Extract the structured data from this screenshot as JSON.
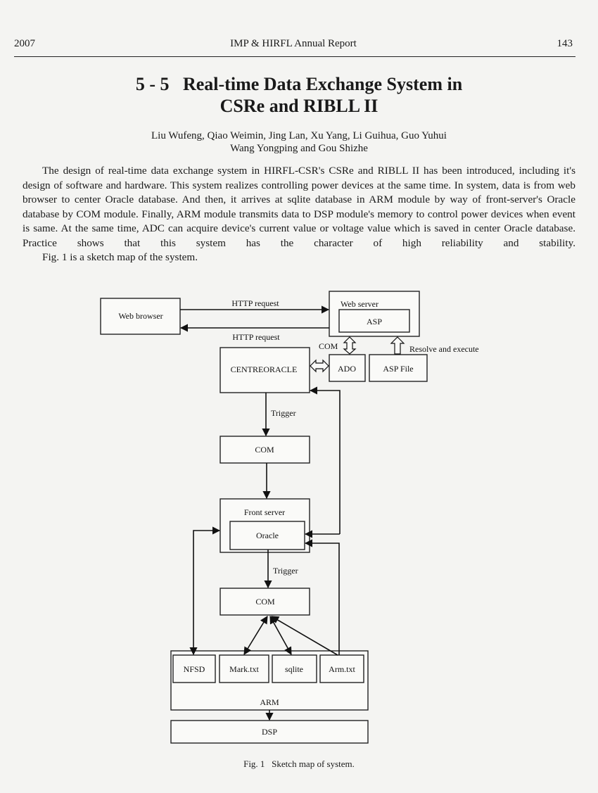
{
  "header": {
    "year": "2007",
    "journal": "IMP & HIRFL Annual Report",
    "page_number": "143"
  },
  "article": {
    "title_line1": "5 - 5   Real-time Data Exchange System in",
    "title_line2": "CSRe and RIBLL II",
    "authors_line1": "Liu Wufeng, Qiao Weimin, Jing Lan, Xu Yang, Li Guihua, Guo Yuhui",
    "authors_line2": "Wang Yongping and Gou Shizhe",
    "abstract": "The design of real-time data exchange system in HIRFL-CSR's CSRe and RIBLL II has been introduced, including it's design of software and hardware. This system realizes controlling power devices at the same time. In system, data is from web browser to center Oracle database. And then, it arrives at sqlite database in ARM module by way of front-server's Oracle database by COM module. Finally, ARM module transmits data to DSP module's memory to control power devices when event is same. At the same time, ADC can acquire device's current value or voltage value which is saved in center Oracle database. Practice shows that this system has the character of high reliability and stability.",
    "fig_intro": "Fig. 1 is a sketch map of the system."
  },
  "figure": {
    "boxes": {
      "web_browser": "Web browser",
      "web_server": "Web server",
      "asp": "ASP",
      "centre_oracle": "CENTREORACLE",
      "ado": "ADO",
      "asp_file": "ASP File",
      "com_top": "COM",
      "front_server": "Front server",
      "oracle": "Oracle",
      "com_bottom": "COM",
      "nfsd": "NFSD",
      "mark_txt": "Mark.txt",
      "sqlite": "sqlite",
      "arm_txt": "Arm.txt",
      "arm": "ARM",
      "dsp": "DSP"
    },
    "labels": {
      "http_request_top": "HTTP request",
      "http_request_bottom": "HTTP request",
      "com_link": "COM",
      "resolve_execute": "Resolve and execute",
      "trigger_top": "Trigger",
      "trigger_bottom": "Trigger"
    },
    "caption": "Fig. 1   Sketch map of system."
  }
}
